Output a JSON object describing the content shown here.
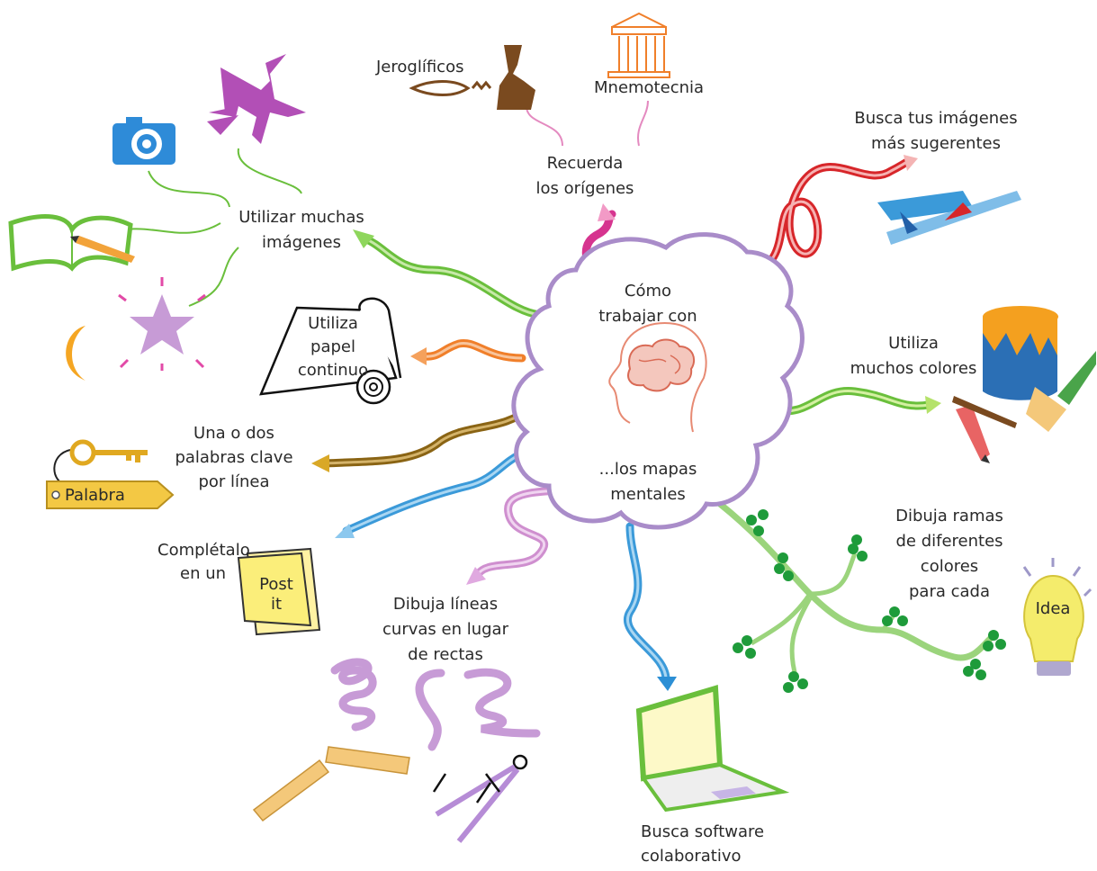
{
  "center": {
    "line1": "Cómo",
    "line2": "trabajar con",
    "line3": "...los mapas",
    "line4": "mentales"
  },
  "branches": {
    "imagenes": {
      "line1": "Utilizar muchas",
      "line2": "imágenes"
    },
    "origenes": {
      "line1": "Recuerda",
      "line2": "los orígenes"
    },
    "jeroglificos": "Jeroglíficos",
    "mnemotecnia": "Mnemotecnia",
    "busca_imagenes": {
      "line1": "Busca tus imágenes",
      "line2": "más sugerentes"
    },
    "colores": {
      "line1": "Utiliza",
      "line2": "muchos colores"
    },
    "papel": {
      "line1": "Utiliza",
      "line2": "papel",
      "line3": "continuo"
    },
    "palabras": {
      "line1": "Una o dos",
      "line2": "palabras clave",
      "line3": "por línea"
    },
    "palabra_tag": "Palabra",
    "postit": {
      "line1": "Complétalo",
      "line2": "en un",
      "note1": "Post",
      "note2": "it"
    },
    "curvas": {
      "line1": "Dibuja líneas",
      "line2": "curvas en lugar",
      "line3": "de rectas"
    },
    "ramas": {
      "line1": "Dibuja ramas",
      "line2": "de diferentes",
      "line3": "colores",
      "line4": "para cada"
    },
    "idea": "Idea",
    "software": {
      "line1": "Busca software",
      "line2": "colaborativo"
    }
  },
  "colors": {
    "cloud": "#a98cc9",
    "green": "#6abf3c",
    "orange": "#f07f2a",
    "brown": "#8a6414",
    "blue": "#3b9ad9",
    "pink": "#cf8fcf",
    "magenta": "#d6348f",
    "red": "#d7262a",
    "leaf": "#1e9b3a"
  },
  "icons": [
    "camera-icon",
    "witch-icon",
    "book-icon",
    "pencil-icon",
    "moon-icon",
    "star-icon",
    "scroll-icon",
    "key-icon",
    "postit-icon",
    "ruler-icon",
    "compass-icon",
    "laptop-icon",
    "lightbulb-icon",
    "paintcan-icon",
    "brush-icon",
    "shuttle-icon",
    "temple-icon",
    "scribe-icon",
    "eye-glyph-icon",
    "brain-head-icon"
  ]
}
